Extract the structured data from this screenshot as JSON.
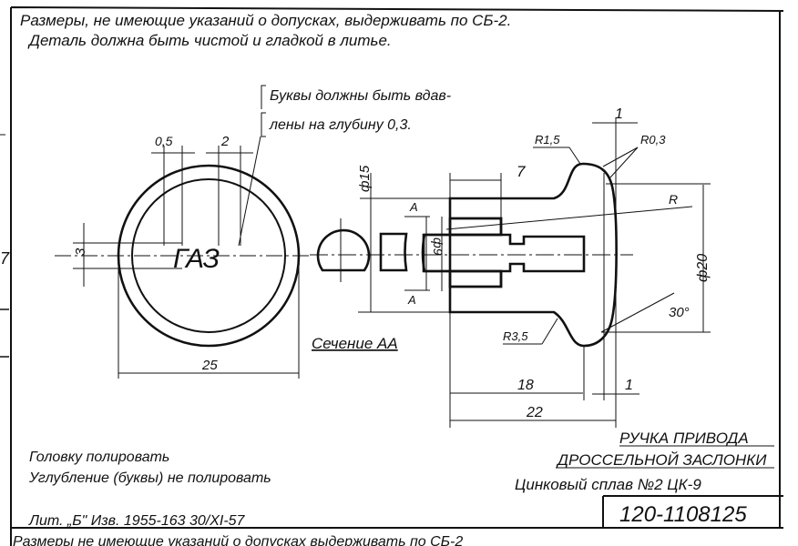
{
  "notes": {
    "line1": "Размеры, не имеющие указаний о допусках, выдерживать по СБ-2.",
    "line2": "Деталь должна быть чистой и гладкой в литье.",
    "letters_note_1": "Буквы должны быть вдав-",
    "letters_note_2": "лены на глубину 0,3.",
    "polish_1": "Головку полировать",
    "polish_2": "Углубление (буквы) не полировать",
    "revision": "Лит. „Б\" Изв. 1955-163   30/XI-57",
    "bottom_cut": "Размеры не имеющие указаний о допусках выдерживать по СБ-2"
  },
  "drawing": {
    "emboss_text": "ГАЗ",
    "section_label": "Сечение АА",
    "left_edge_mark": "7",
    "dims": {
      "d_05": "0,5",
      "d_2": "2",
      "d_3": "3",
      "d_25": "25",
      "d_phi15": "ф15",
      "d_7": "7",
      "d_phi9": "ф9",
      "d_phi20": "ф20",
      "d_18": "18",
      "d_22": "22",
      "d_1_bottom": "1",
      "d_1_top": "1",
      "r_15": "R1,5",
      "r_03": "R0,3",
      "r": "R",
      "r_35": "R3,5",
      "angle_30": "30°",
      "sec_a_top": "А",
      "sec_a_bottom": "А"
    }
  },
  "title_block": {
    "name_1": "РУЧКА ПРИВОДА",
    "name_2": "ДРОССЕЛЬНОЙ ЗАСЛОНКИ",
    "material": "Цинковый сплав №2 ЦК-9",
    "part_number": "120-1108125"
  }
}
